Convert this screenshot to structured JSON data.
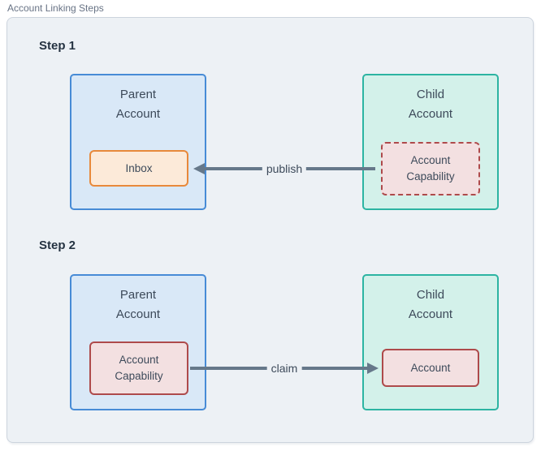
{
  "title": "Account Linking Steps",
  "colors": {
    "page_bg": "#ffffff",
    "panel_bg": "#edf1f5",
    "panel_border": "#ccd4dd",
    "muted_text": "#687385",
    "heading_text": "#253342",
    "box_text": "#3d4a5a",
    "arrow": "#66788a",
    "blue_border": "#478bd6",
    "blue_fill": "#d9e8f7",
    "teal_border": "#2cb4a2",
    "teal_fill": "#d3f1ea",
    "orange_border": "#e8893b",
    "orange_fill": "#fcead9",
    "red_border": "#ae4a4b",
    "red_fill": "#f3e0e1"
  },
  "step1": {
    "label": "Step 1",
    "parent_box": {
      "line1": "Parent",
      "line2": "Account"
    },
    "inbox_box": {
      "label": "Inbox"
    },
    "child_box": {
      "line1": "Child",
      "line2": "Account"
    },
    "capability_box": {
      "line1": "Account",
      "line2": "Capability"
    },
    "arrow_label": "publish",
    "arrow_direction": "right-to-left"
  },
  "step2": {
    "label": "Step 2",
    "parent_box": {
      "line1": "Parent",
      "line2": "Account"
    },
    "capability_box": {
      "line1": "Account",
      "line2": "Capability"
    },
    "child_box": {
      "line1": "Child",
      "line2": "Account"
    },
    "account_box": {
      "label": "Account"
    },
    "arrow_label": "claim",
    "arrow_direction": "left-to-right"
  }
}
